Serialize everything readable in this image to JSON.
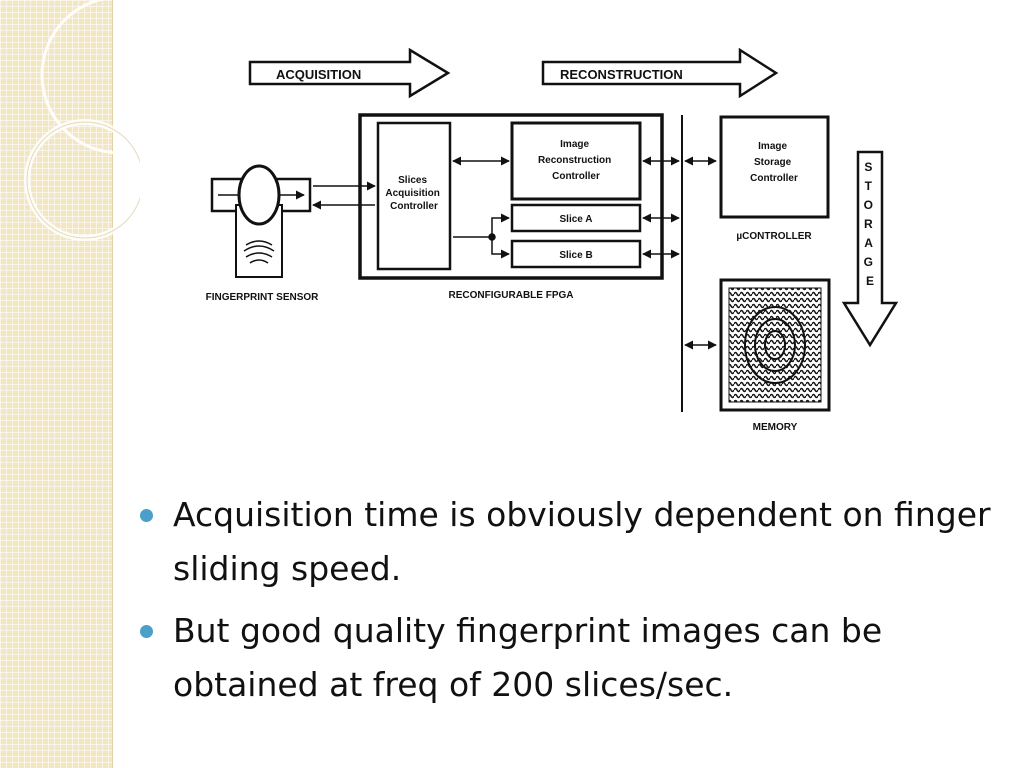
{
  "diagram": {
    "arrow_acquisition": "ACQUISITION",
    "arrow_reconstruction": "RECONSTRUCTION",
    "slices_acq_ctrl": [
      "Slices",
      "Acquisition",
      "Controller"
    ],
    "image_recon_ctrl": [
      "Image",
      "Reconstruction",
      "Controller"
    ],
    "slice_a": "Slice A",
    "slice_b": "Slice B",
    "fpga_label": "RECONFIGURABLE FPGA",
    "sensor_label": "FINGERPRINT SENSOR",
    "image_storage_ctrl": [
      "Image",
      "Storage",
      "Controller"
    ],
    "ucontroller_label": "µCONTROLLER",
    "memory_label": "MEMORY",
    "storage_letters": [
      "S",
      "T",
      "O",
      "R",
      "A",
      "G",
      "E"
    ]
  },
  "bullets": [
    "Acquisition time is obviously dependent on finger sliding speed.",
    "But good quality fingerprint images can be obtained at freq of 200 slices/sec."
  ],
  "colors": {
    "bullet": "#4aa0c8",
    "side_band": "#f3e6c3"
  }
}
